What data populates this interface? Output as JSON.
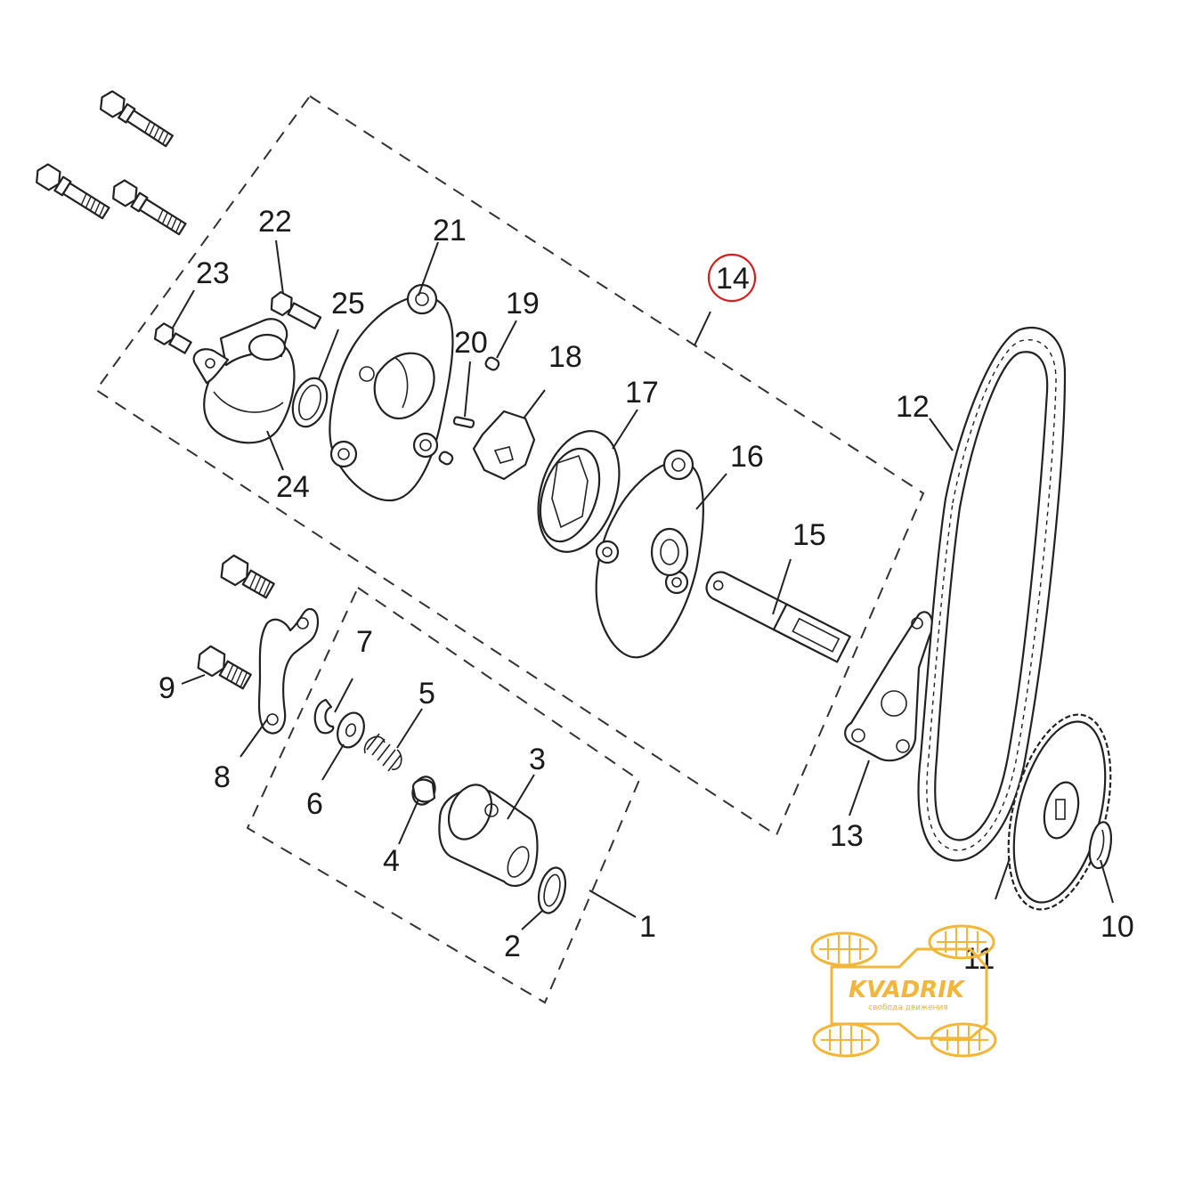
{
  "diagram": {
    "callouts": [
      {
        "id": "1",
        "text": "1"
      },
      {
        "id": "2",
        "text": "2"
      },
      {
        "id": "3",
        "text": "3"
      },
      {
        "id": "4",
        "text": "4"
      },
      {
        "id": "5",
        "text": "5"
      },
      {
        "id": "6",
        "text": "6"
      },
      {
        "id": "7",
        "text": "7"
      },
      {
        "id": "8",
        "text": "8"
      },
      {
        "id": "9",
        "text": "9"
      },
      {
        "id": "10",
        "text": "10"
      },
      {
        "id": "11",
        "text": "11"
      },
      {
        "id": "12",
        "text": "12"
      },
      {
        "id": "13",
        "text": "13"
      },
      {
        "id": "14",
        "text": "14",
        "highlight": "#d11f1f"
      },
      {
        "id": "15",
        "text": "15"
      },
      {
        "id": "16",
        "text": "16"
      },
      {
        "id": "17",
        "text": "17"
      },
      {
        "id": "18",
        "text": "18"
      },
      {
        "id": "19",
        "text": "19"
      },
      {
        "id": "20",
        "text": "20"
      },
      {
        "id": "21",
        "text": "21"
      },
      {
        "id": "22",
        "text": "22"
      },
      {
        "id": "23",
        "text": "23"
      },
      {
        "id": "24",
        "text": "24"
      },
      {
        "id": "25",
        "text": "25"
      }
    ],
    "line_color": "#222222"
  },
  "watermark": {
    "brand": "KVADRIK",
    "tagline": "свобода движения",
    "color": "#f2b63a"
  }
}
